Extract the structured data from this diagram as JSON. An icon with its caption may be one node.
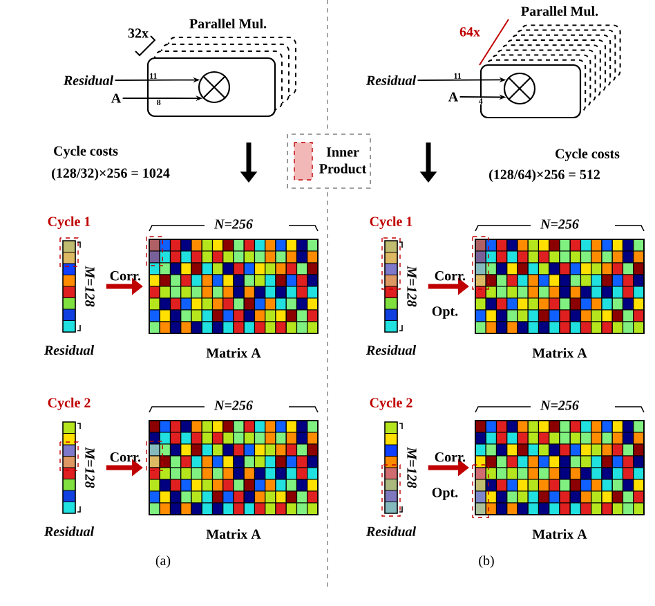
{
  "diagram": {
    "nodes": [
      {
        "text": [
          "Residual"
        ]
      },
      {
        "text": [
          "A"
        ]
      },
      {
        "text": [],
        "shape": "box"
      },
      {
        "text": [],
        "shape": "circle",
        "in": 2
      },
      {
        "text": [
          "Residual"
        ]
      },
      {
        "text": [
          "A"
        ]
      },
      {
        "text": [],
        "shape": "box"
      },
      {
        "text": [],
        "shape": "circle",
        "in": 6
      },
      {
        "text": [],
        "shape": "bar",
        "beside": [
          "Cycle 1",
          "M=128",
          "Residual"
        ]
      },
      {
        "text": [],
        "shape": "grid",
        "beside": [
          "N=256",
          "Matrix A"
        ]
      },
      {
        "text": [],
        "shape": "bar",
        "beside": [
          "Cycle 2",
          "M=128",
          "Residual"
        ]
      },
      {
        "text": [],
        "shape": "grid",
        "beside": [
          "N=256",
          "Matrix A"
        ]
      },
      {
        "text": [],
        "shape": "bar",
        "beside": [
          "Cycle 1",
          "M=128",
          "Residual"
        ]
      },
      {
        "text": [],
        "shape": "grid",
        "beside": [
          "N=256",
          "Matrix A"
        ]
      },
      {
        "text": [],
        "shape": "bar",
        "beside": [
          "Cycle 2",
          "M=128",
          "Residual"
        ]
      },
      {
        "text": [],
        "shape": "grid",
        "beside": [
          "N=256",
          "Matrix A"
        ]
      }
    ],
    "edges": [
      {
        "from": 0,
        "to": 3,
        "arrow": "to",
        "label": "11"
      },
      {
        "from": 1,
        "to": 3,
        "arrow": "to",
        "label": "8"
      },
      {
        "from": 4,
        "to": 7,
        "arrow": "to",
        "label": "11"
      },
      {
        "from": 5,
        "to": 7,
        "arrow": "to",
        "label": "4"
      },
      {
        "from": 8,
        "to": 9,
        "arrow": "to",
        "label": "Corr.",
        "style": "thick",
        "color": "#c00000"
      },
      {
        "from": 10,
        "to": 11,
        "arrow": "to",
        "label": "Corr.",
        "style": "thick",
        "color": "#c00000"
      },
      {
        "from": 12,
        "to": 13,
        "arrow": "to",
        "label": "Corr.",
        "style": "thick",
        "color": "#c00000"
      },
      {
        "from": 14,
        "to": 15,
        "arrow": "to",
        "label": "Corr.",
        "style": "thick",
        "color": "#c00000"
      }
    ],
    "labels": [
      "Parallel Mul.",
      "32x",
      "Cycle costs",
      "(128/32)×256 = 1024",
      "Parallel Mul.",
      "64x",
      "Cycle costs",
      "(128/64)×256 = 512",
      "Opt.",
      "Opt.",
      "(a)",
      "(b)"
    ],
    "legend": [
      {
        "text": "Inner Product",
        "color": "#f2b8b8"
      }
    ]
  }
}
